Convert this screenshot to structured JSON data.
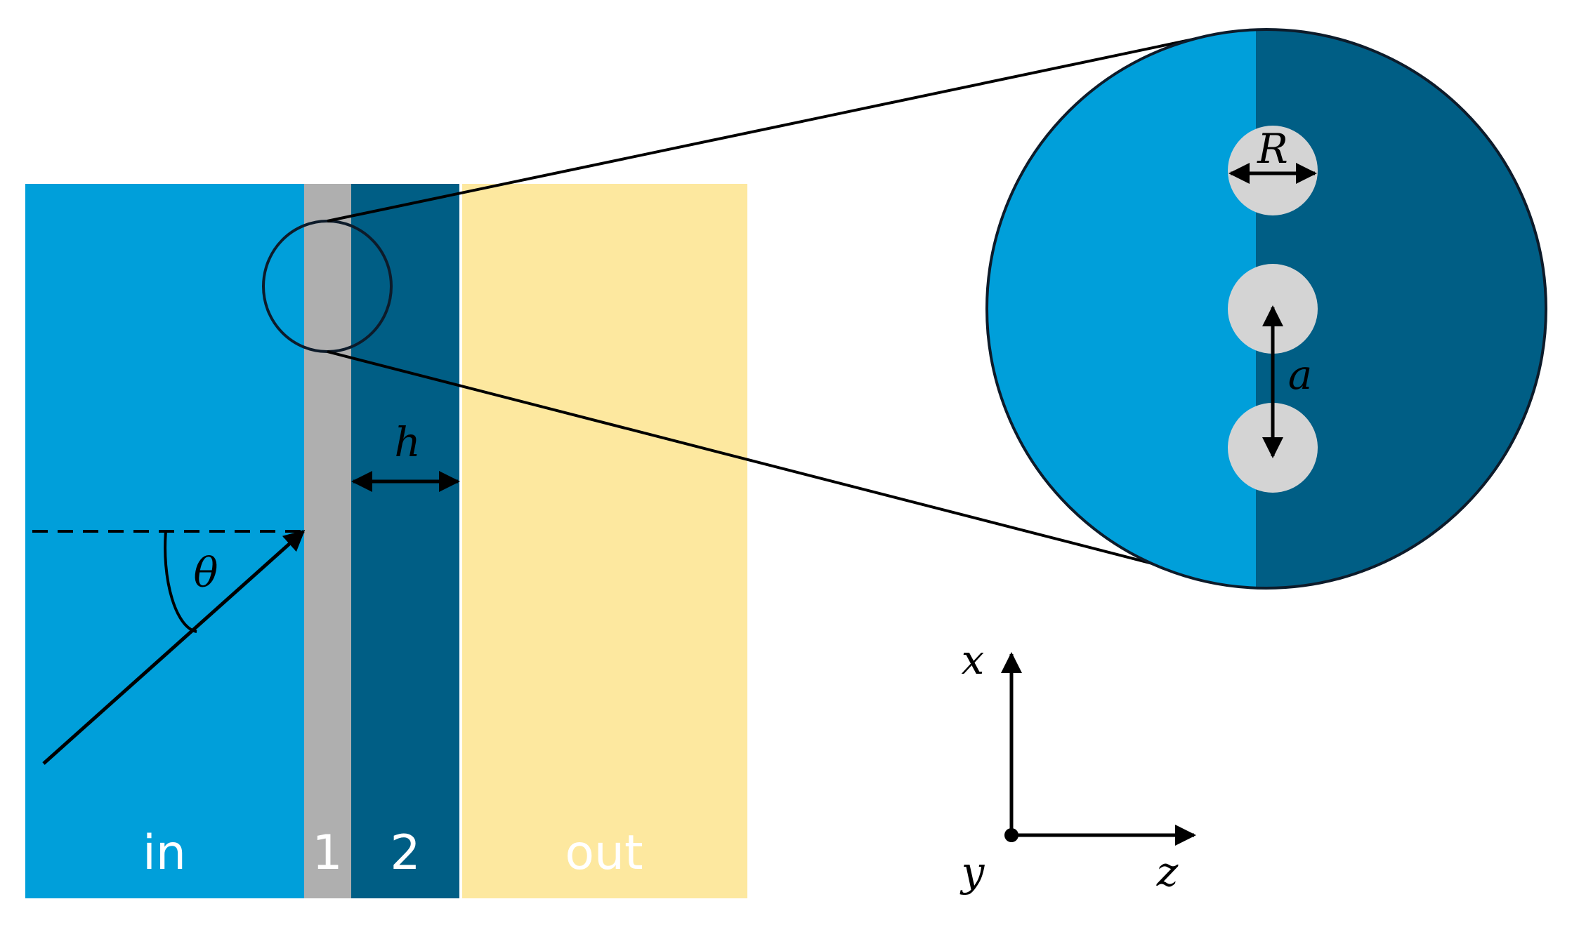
{
  "colors": {
    "medium_in": "#009fda",
    "layer_1": "#afafaf",
    "layer_2": "#005e85",
    "medium_out": "#fde89f",
    "inclusion": "#d4d4d4",
    "line": "#000000"
  },
  "regions": {
    "in": "in",
    "layer1": "1",
    "layer2": "2",
    "out": "out"
  },
  "symbols": {
    "incidence_angle": "θ",
    "thickness": "h",
    "radius": "R",
    "period": "a"
  },
  "axes": {
    "x": "x",
    "y": "y",
    "z": "z"
  }
}
